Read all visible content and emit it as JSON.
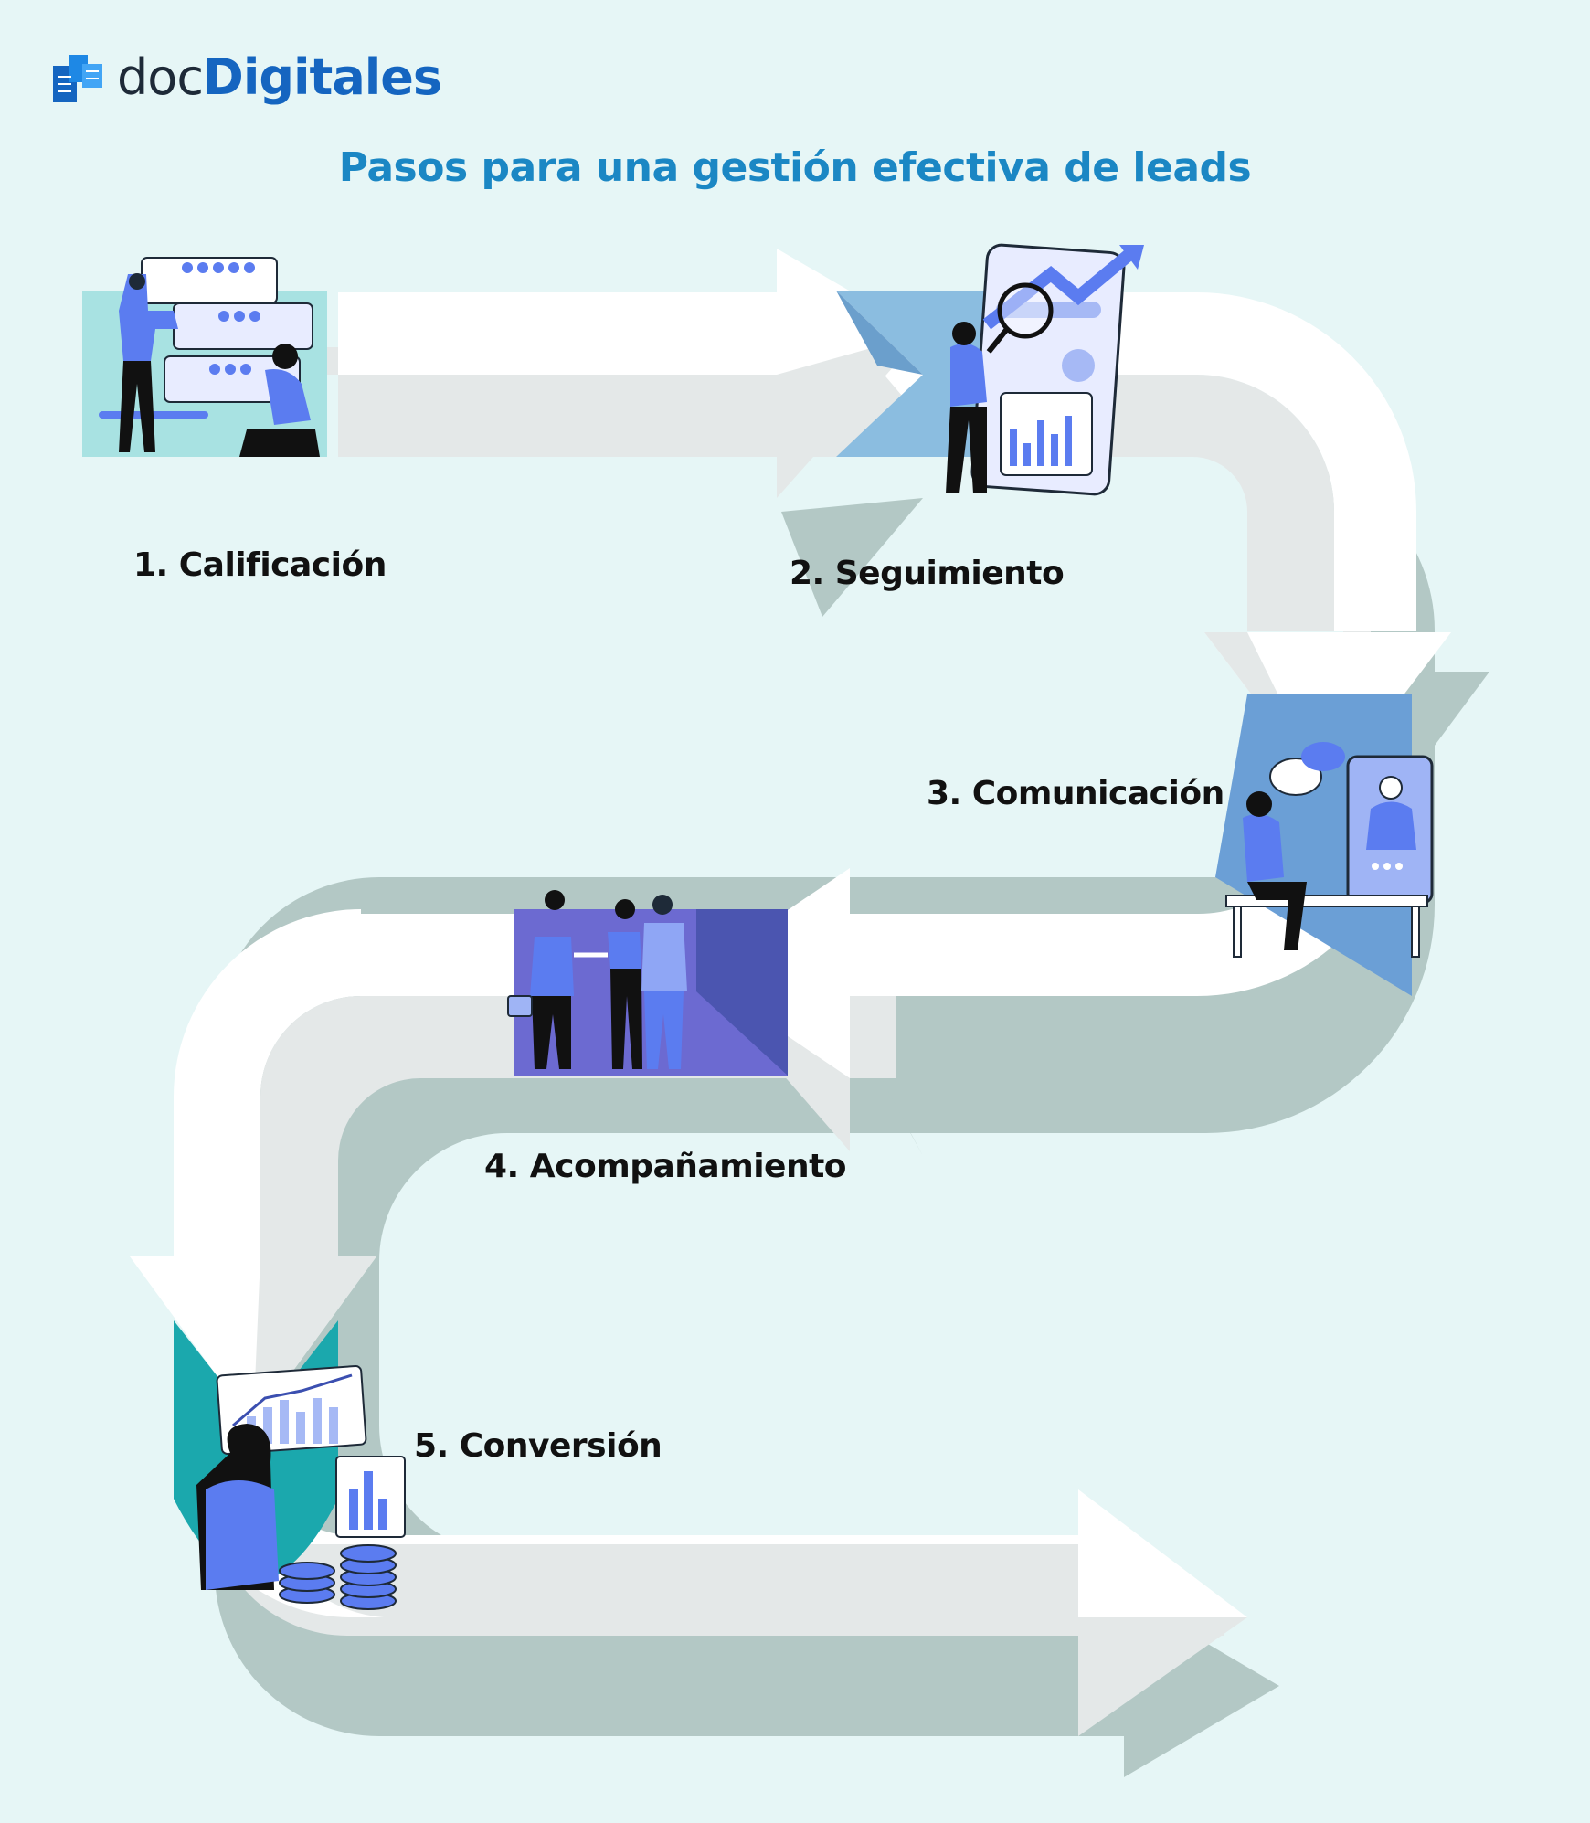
{
  "logo": {
    "part1": "doc",
    "part2": "Digitales"
  },
  "title": "Pasos para una gestión efectiva de leads",
  "steps": [
    {
      "label": "1. Calificación"
    },
    {
      "label": "2. Seguimiento"
    },
    {
      "label": "3. Comunicación"
    },
    {
      "label": "4. Acompañamiento"
    },
    {
      "label": "5. Conversión"
    }
  ],
  "colors": {
    "background": "#e6f6f6",
    "title": "#1b87c4",
    "brand": "#1565c0",
    "accent_blue": "#5b7cf0",
    "arrow_top": "#ffffff",
    "arrow_mid": "#e4e8e8",
    "arrow_shadow": "#b3c8c5"
  }
}
